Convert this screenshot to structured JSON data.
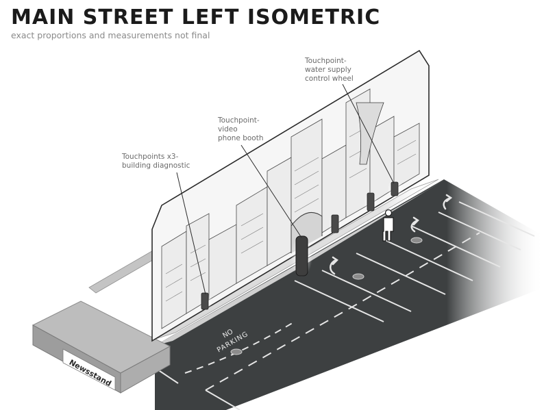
{
  "header": {
    "title": "MAIN STREET LEFT ISOMETRIC",
    "subtitle": "exact proportions and measurements not final"
  },
  "callouts": {
    "building_diagnostic": {
      "line1": "Touchpoints x3-",
      "line2": "building diagnostic"
    },
    "video_phone_booth": {
      "line1": "Touchpoint-",
      "line2": "video",
      "line3": "phone booth"
    },
    "water_supply_wheel": {
      "line1": "Touchpoint-",
      "line2": "water supply",
      "line3": "control wheel"
    }
  },
  "labels": {
    "newsstand": "Newsstand",
    "street_marking_line1": "NO",
    "street_marking_line2": "PARKING"
  },
  "colors": {
    "road": "#3d4041",
    "sidewalk": "#d8d8d8",
    "backdrop": "#f4f4f4",
    "ink": "#2a2a2a",
    "accent_glow": "#9a9a9a"
  }
}
